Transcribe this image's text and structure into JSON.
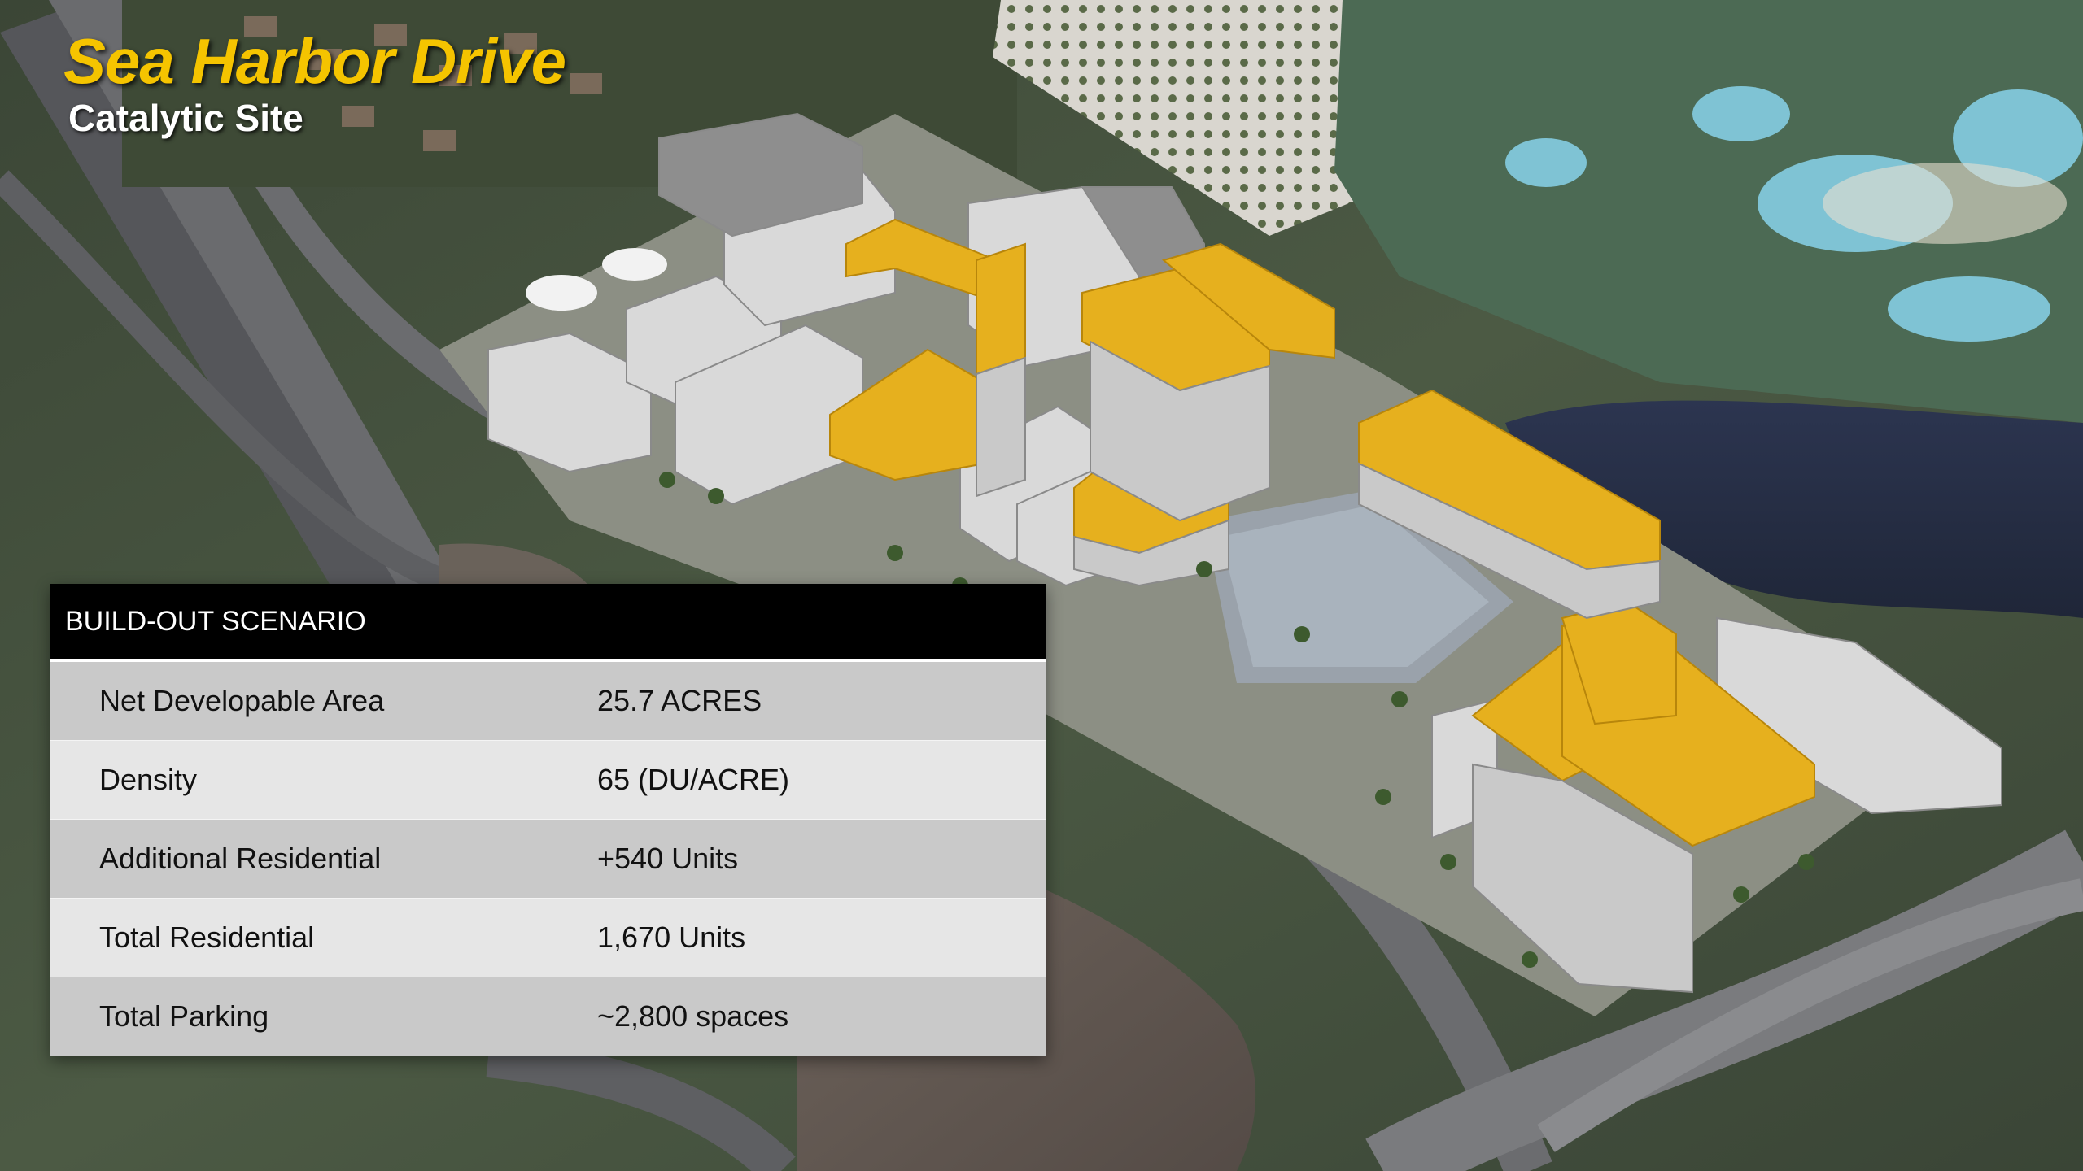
{
  "title": "Sea Harbor Drive",
  "subtitle": "Catalytic Site",
  "table": {
    "header": "BUILD-OUT SCENARIO",
    "rows": [
      {
        "label": "Net Developable Area",
        "value": "25.7 ACRES"
      },
      {
        "label": "Density",
        "value": "65 (DU/ACRE)"
      },
      {
        "label": "Additional Residential",
        "value": "+540 Units"
      },
      {
        "label": "Total Residential",
        "value": "1,670 Units"
      },
      {
        "label": "Total Parking",
        "value": "~2,800 spaces"
      }
    ]
  },
  "colors": {
    "title": "#f5c400",
    "highlight_building": "#e8b21a",
    "existing_building": "#d8d8d8",
    "water": "#2a3448",
    "header_bg": "#000000"
  }
}
